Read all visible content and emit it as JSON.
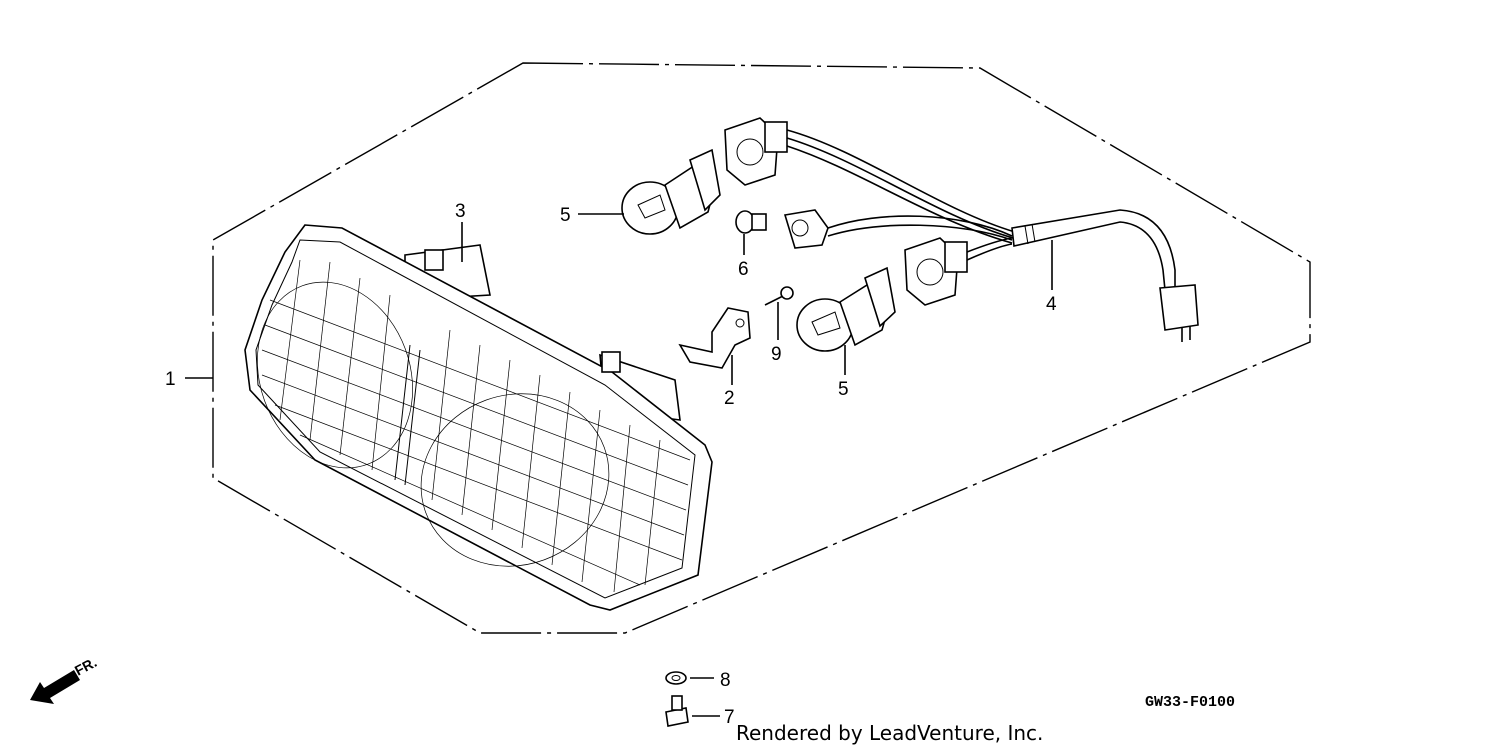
{
  "diagram": {
    "callouts": {
      "c1": "1",
      "c2": "2",
      "c3": "3",
      "c4": "4",
      "c5a": "5",
      "c5b": "5",
      "c6": "6",
      "c7": "7",
      "c8": "8",
      "c9": "9"
    },
    "direction_label": "FR.",
    "diagram_code": "GW33-F0100",
    "credit": "Rendered by LeadVenture, Inc."
  }
}
